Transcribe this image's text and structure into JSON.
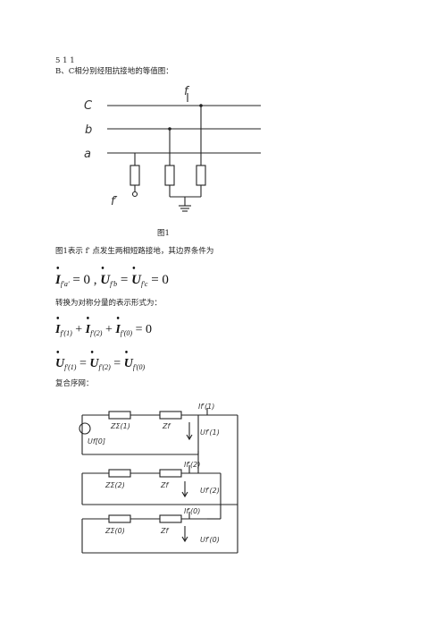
{
  "doc": {
    "section_number": "5 1 1",
    "intro": "B、C相分别经阻抗接地的等值图：",
    "fig_caption": "图1",
    "desc": "图1表示 f′ 点发生两相短路接地，其边界条件为",
    "conv_text": "转换为对称分量的表示形式为：",
    "composite_label": "复合序网："
  },
  "circuit1": {
    "phase_c": "C",
    "phase_b": "b",
    "phase_a": "a",
    "point_f": "f",
    "point_f_prime": "f′"
  },
  "equations": {
    "eq1_i": "I",
    "eq1_sub": "f′a′",
    "eq1_rhs": "= 0 ,",
    "eq1_u1": "U",
    "eq1_u1_sub": "f′b",
    "eq1_eq": "=",
    "eq1_u2": "U",
    "eq1_u2_sub": "f′c",
    "eq1_rhs2": "= 0",
    "eq2_t1": "I",
    "eq2_t1_sub": "f′(1)",
    "eq2_plus1": "+",
    "eq2_t2": "I",
    "eq2_t2_sub": "f′(2)",
    "eq2_plus2": "+",
    "eq2_t3": "I",
    "eq2_t3_sub": "f′(0)",
    "eq2_rhs": "= 0",
    "eq3_t1": "U",
    "eq3_t1_sub": "f′(1)",
    "eq3_eq1": "=",
    "eq3_t2": "U",
    "eq3_t2_sub": "f′(2)",
    "eq3_eq2": "=",
    "eq3_t3": "U",
    "eq3_t3_sub": "f′(0)"
  },
  "circuit2": {
    "net1_z_left": "ZΣ(1)",
    "net1_z_right": "Zf",
    "net1_current": "If′(1)",
    "net1_voltage": "Uf′(1)",
    "net1_source": "Uf[0]",
    "net2_z_left": "ZΣ(2)",
    "net2_z_right": "Zf",
    "net2_current": "If′(2)",
    "net2_voltage": "Uf′(2)",
    "net3_z_left": "ZΣ(0)",
    "net3_z_right": "Zf",
    "net3_current": "If′(0)",
    "net3_voltage": "Uf′(0)"
  }
}
